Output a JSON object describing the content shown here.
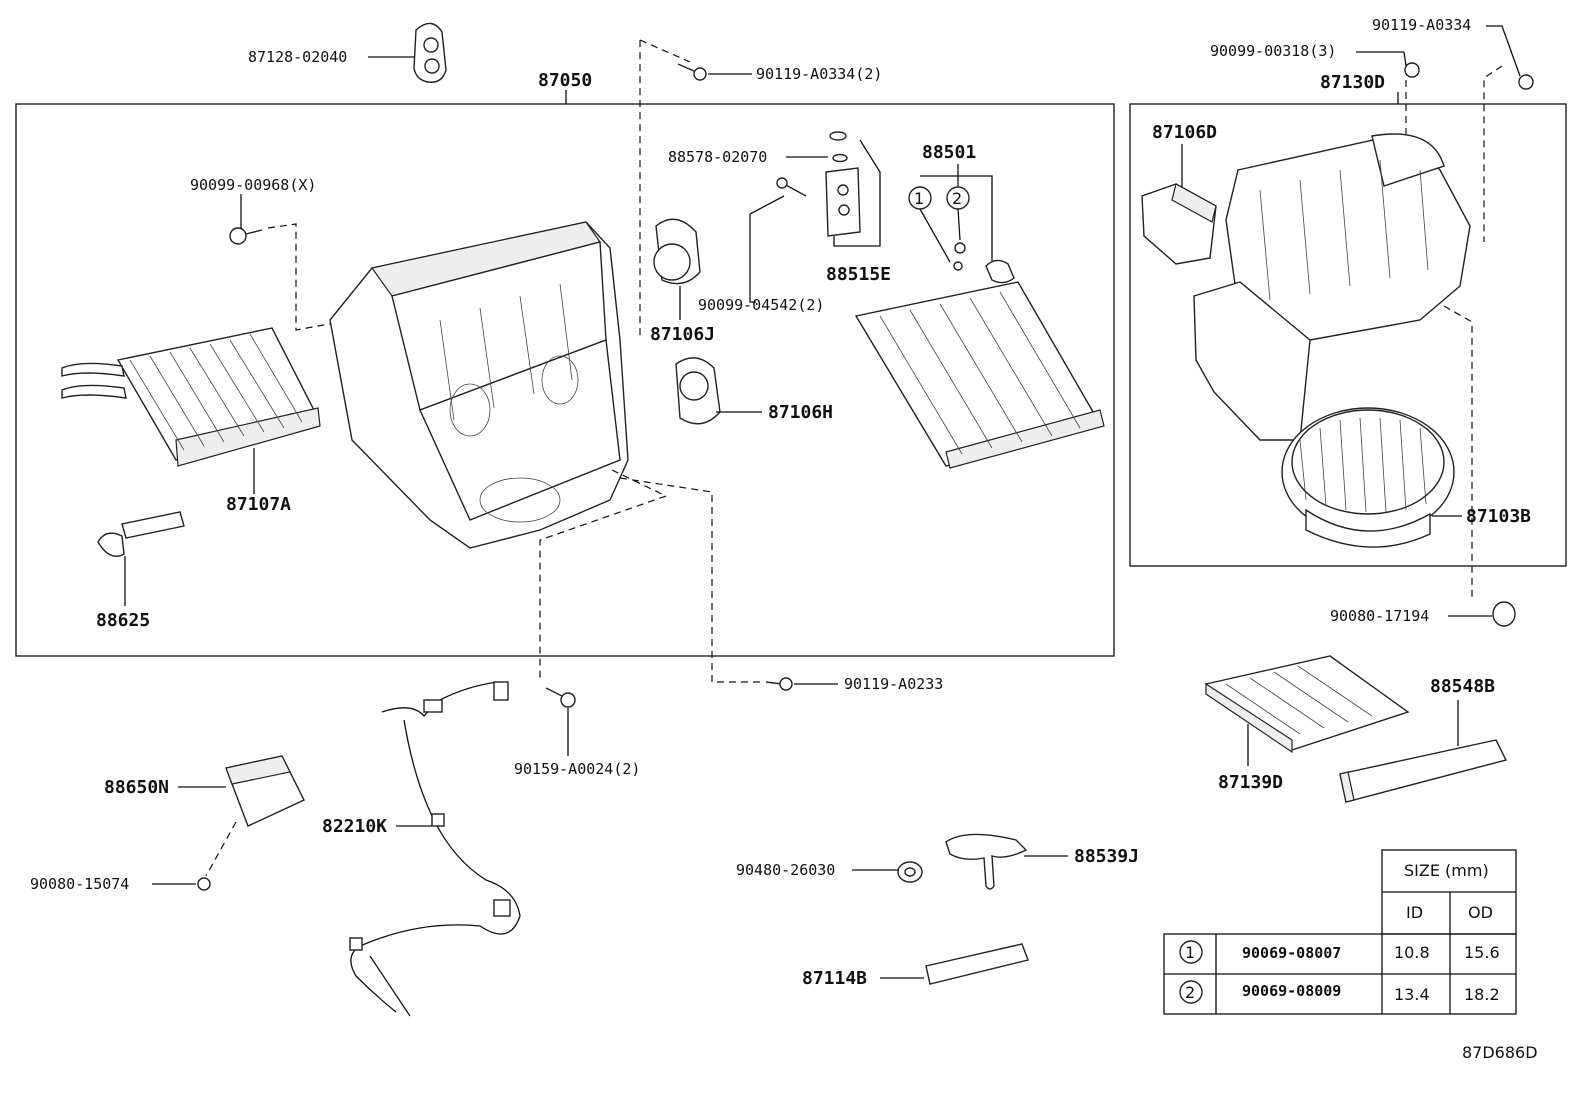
{
  "labels": {
    "p87128": "87128-02040",
    "p90119a": "90119-A0334(2)",
    "p87050": "87050",
    "p88578": "88578-02070",
    "p88501": "88501",
    "p90099_968": "90099-00968(X)",
    "p90099_4542": "90099-04542(2)",
    "p88515": "88515E",
    "p87106j": "87106J",
    "p87106h": "87106H",
    "p87107a": "87107A",
    "p88625": "88625",
    "p90119_0233": "90119-A0233",
    "p90159": "90159-A0024(2)",
    "p88650": "88650N",
    "p82210": "82210K",
    "p90080_15": "90080-15074",
    "p90480": "90480-26030",
    "p88539": "88539J",
    "p87114": "87114B",
    "p90119_r": "90119-A0334",
    "p90099_318": "90099-00318(3)",
    "p87130": "87130D",
    "p87106d": "87106D",
    "p87103": "87103B",
    "p90080_17": "90080-17194",
    "p88548": "88548B",
    "p87139": "87139D"
  },
  "callouts": {
    "c1": "1",
    "c2": "2"
  },
  "size_table": {
    "header": "SIZE (mm)",
    "col_id": "ID",
    "col_od": "OD",
    "rows": [
      {
        "ref": "1",
        "part": "90069-08007",
        "id": "10.8",
        "od": "15.6"
      },
      {
        "ref": "2",
        "part": "90069-08009",
        "id": "13.4",
        "od": "18.2"
      }
    ]
  },
  "figure_ref": "87D686D"
}
